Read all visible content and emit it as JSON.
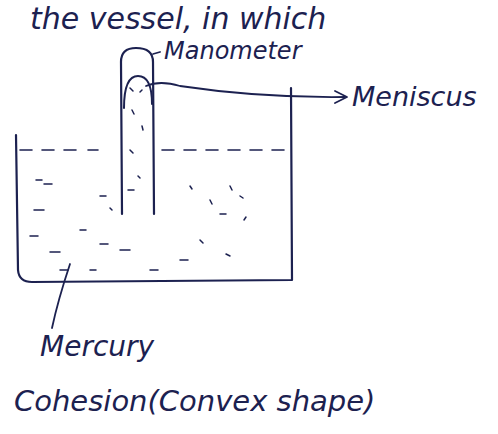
{
  "diagram": {
    "labels": [
      "the vessel, in which",
      "Manometer",
      "Meniscus",
      "Mercury",
      "Cohesion(Convex shape)"
    ]
  }
}
